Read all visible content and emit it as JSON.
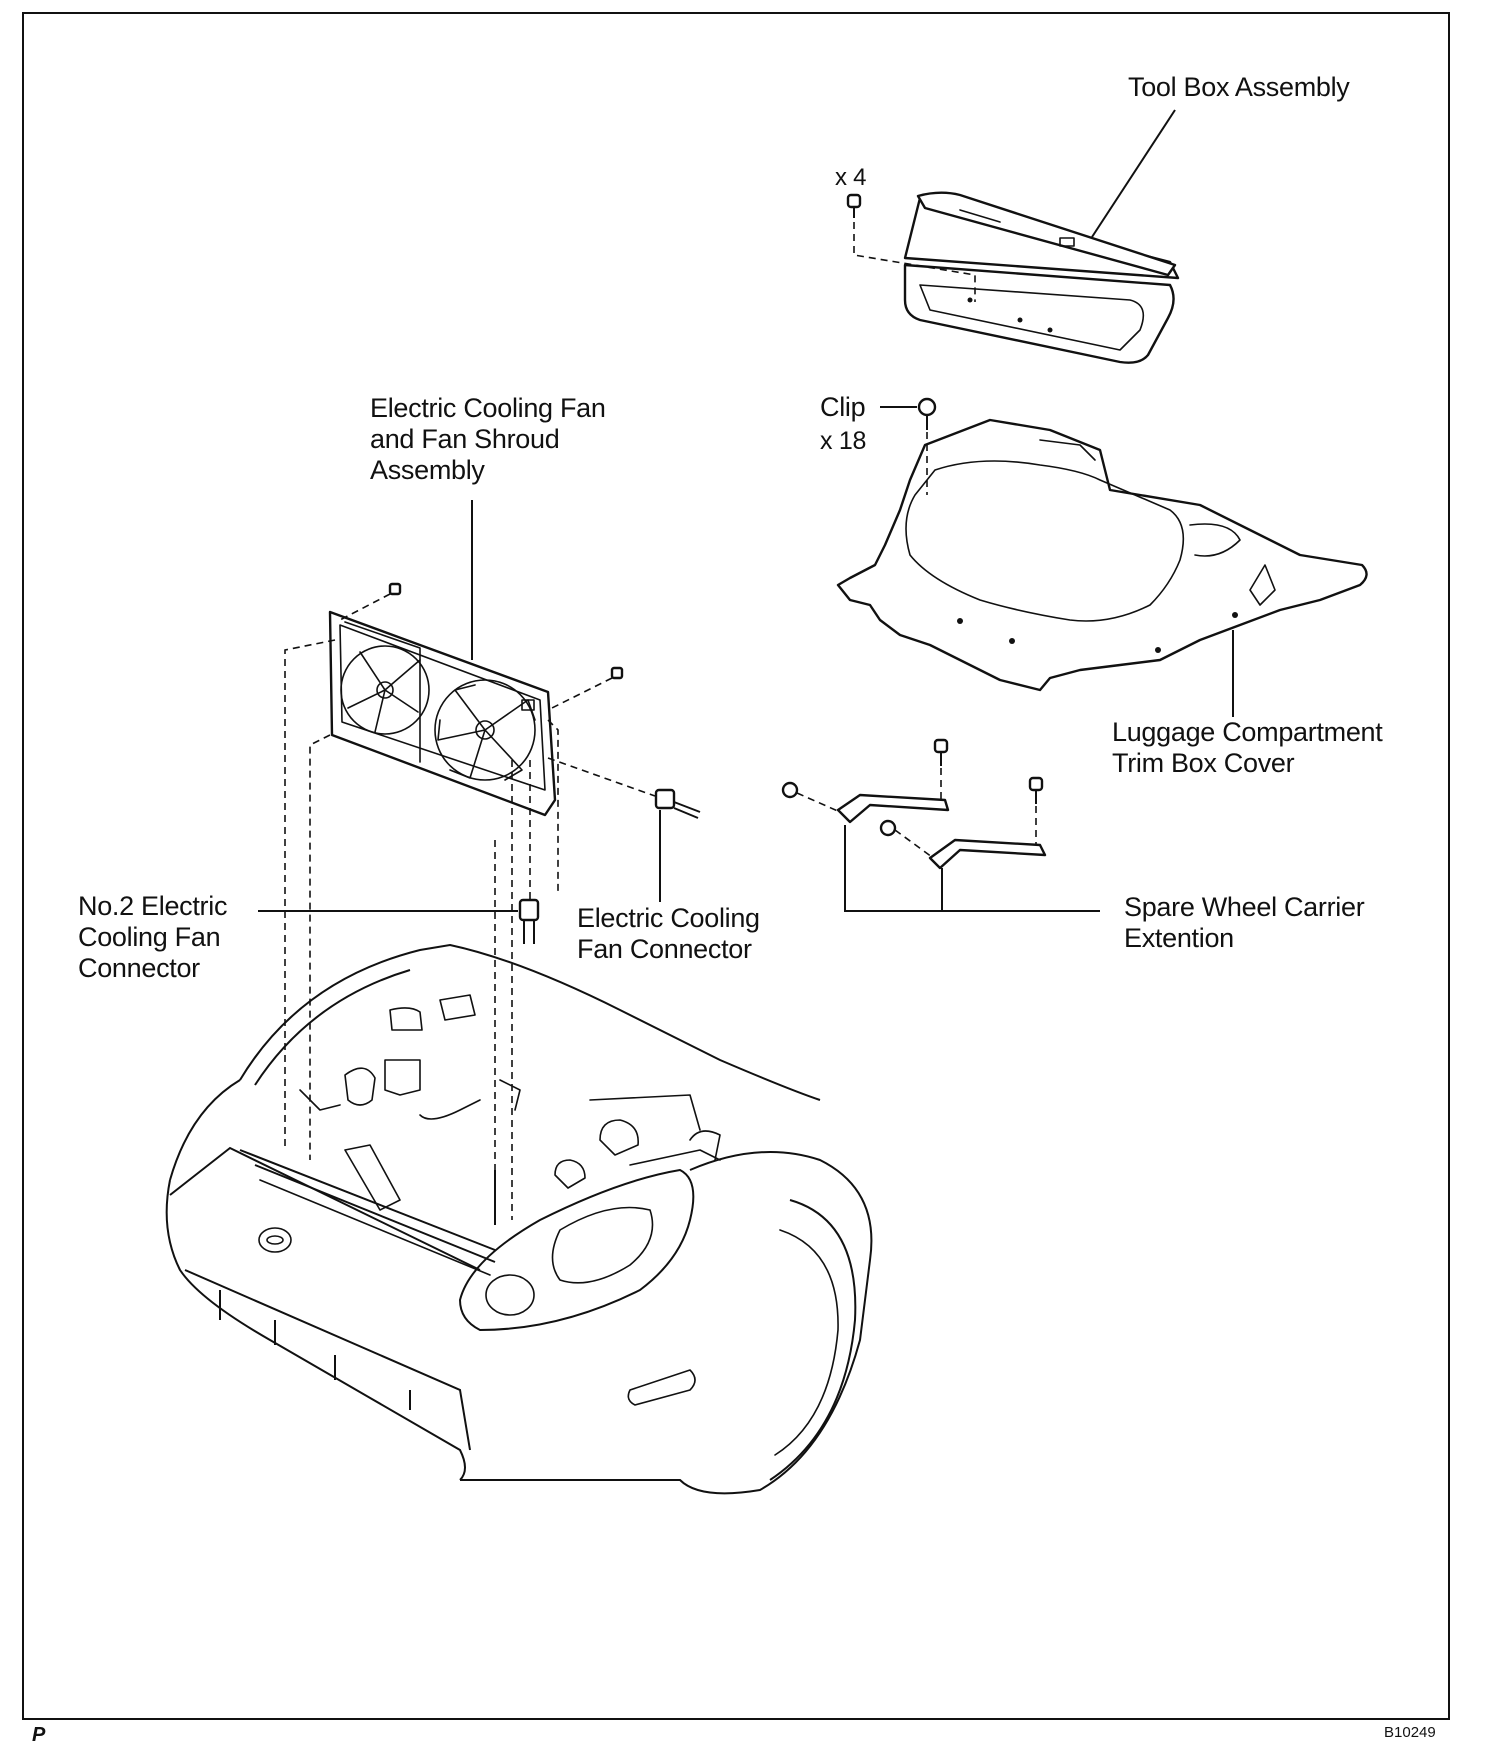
{
  "labels": {
    "tool_box": "Tool Box Assembly",
    "tool_box_qty": "x 4",
    "clip": "Clip",
    "clip_qty": "x 18",
    "fan_assembly": "Electric Cooling Fan\nand Fan Shroud\nAssembly",
    "luggage_cover": "Luggage Compartment\nTrim Box Cover",
    "no2_connector": "No.2 Electric\nCooling Fan\nConnector",
    "fan_connector": "Electric Cooling\nFan Connector",
    "spare_wheel": "Spare Wheel Carrier\nExtention"
  },
  "footer": {
    "corner_letter": "P",
    "figure_id": "B10249"
  }
}
